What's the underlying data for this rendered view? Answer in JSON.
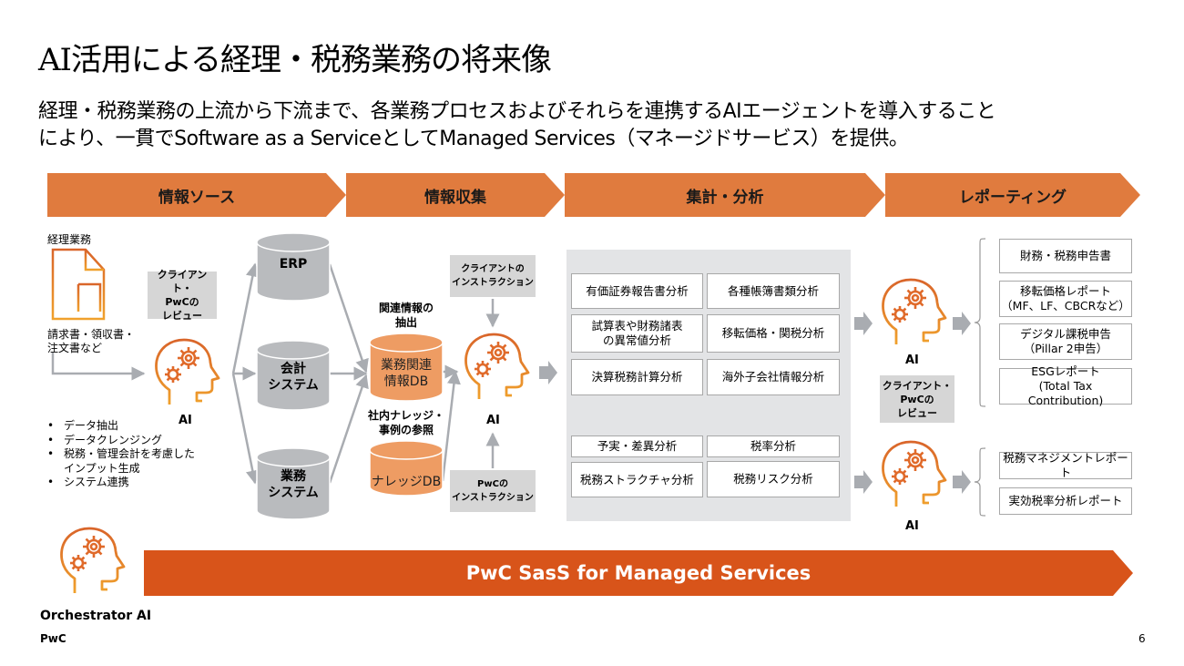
{
  "slide": {
    "title": "AI活用による経理・税務業務の将来像",
    "subtitle_line1": "経理・税務業務の上流から下流まで、各業務プロセスおよびそれらを連携するAIエージェントを導入すること",
    "subtitle_line2": "により、一貫でSoftware as a ServiceとしてManaged Services（マネージドサービス）を提供。",
    "footer_brand": "PwC",
    "page_number": "6"
  },
  "colors": {
    "stage_orange": "#e07b3e",
    "banner_orange": "#d8541a",
    "db_orange": "#ee9c63",
    "db_grey": "#b9bbbe",
    "review_grey": "#d6d6d6",
    "arrow_grey": "#a9acb1",
    "panel_grey": "#e3e4e6"
  },
  "stages": [
    {
      "label": "情報ソース"
    },
    {
      "label": "情報収集"
    },
    {
      "label": "集計・分析"
    },
    {
      "label": "レポーティング"
    }
  ],
  "source": {
    "heading": "経理業務",
    "doc_icon": "document-icon",
    "doc_caption_line1": "請求書・領収書・",
    "doc_caption_line2": "注文書など",
    "review_box": [
      "クライアント・",
      "PwCの",
      "レビュー"
    ],
    "ai_label": "AI",
    "bullets": [
      "データ抽出",
      "データクレンジング",
      "税務・管理会計を考慮した",
      "インプット生成",
      "システム連携"
    ]
  },
  "systems": [
    {
      "line1": "ERP",
      "line2": ""
    },
    {
      "line1": "会計",
      "line2": "システム"
    },
    {
      "line1": "業務",
      "line2": "システム"
    }
  ],
  "collection": {
    "extract_label": [
      "関連情報の",
      "抽出"
    ],
    "db1": [
      "業務関連",
      "情報DB"
    ],
    "knowledge_label": [
      "社内ナレッジ・",
      "事例の参照"
    ],
    "db2": [
      "ナレッジDB"
    ],
    "client_instruction": [
      "クライアントの",
      "インストラクション"
    ],
    "pwc_instruction": [
      "PwCの",
      "インストラクション"
    ],
    "ai_label": "AI"
  },
  "analysis": {
    "group1": [
      [
        "有価証券報告書分析"
      ],
      [
        "各種帳簿書類分析"
      ],
      [
        "試算表や財務諸表",
        "の異常値分析"
      ],
      [
        "移転価格・関税分析"
      ],
      [
        "決算税務計算分析"
      ],
      [
        "海外子会社情報分析"
      ]
    ],
    "group2": [
      [
        "予実・差異分析"
      ],
      [
        "税率分析"
      ],
      [
        "税務ストラクチャ分析"
      ],
      [
        "税務リスク分析"
      ]
    ]
  },
  "reporting": {
    "ai_label_top": "AI",
    "ai_label_bottom": "AI",
    "review_box": [
      "クライアント・",
      "PwCの",
      "レビュー"
    ],
    "reports1": [
      [
        "財務・税務申告書"
      ],
      [
        "移転価格レポート",
        "（MF、LF、CBCRなど）"
      ],
      [
        "デジタル課税申告",
        "（Pillar 2申告）"
      ],
      [
        "ESGレポート",
        "(Total Tax Contribution)"
      ]
    ],
    "reports2": [
      [
        "税務マネジメントレポート"
      ],
      [
        "実効税率分析レポート"
      ]
    ]
  },
  "orchestrator": {
    "label": "Orchestrator AI",
    "banner_label": "PwC SasS for Managed Services"
  }
}
